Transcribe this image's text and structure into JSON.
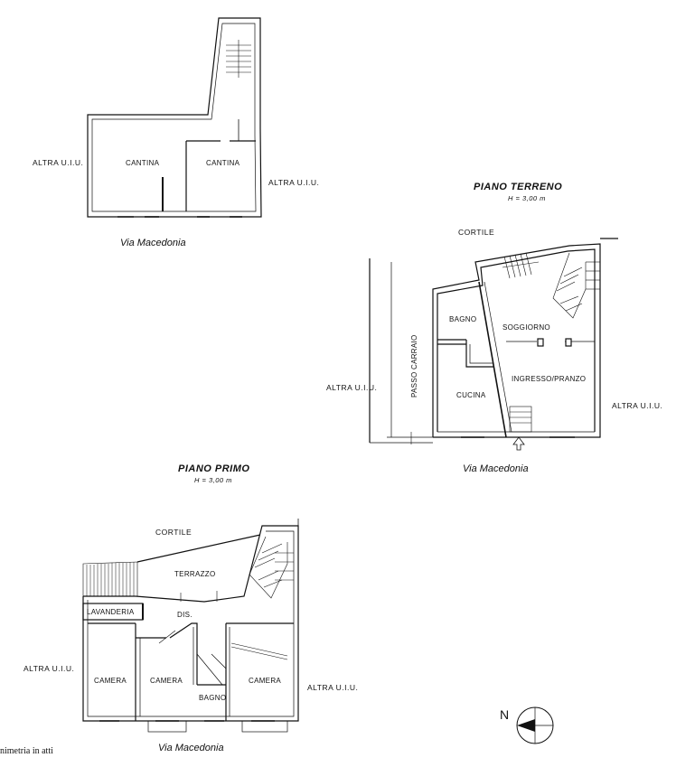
{
  "cellar": {
    "rooms": [
      "CANTINA",
      "CANTINA"
    ],
    "neighbor_left": "ALTRA U.I.U.",
    "neighbor_right": "ALTRA U.I.U.",
    "street": "Via Macedonia"
  },
  "ground_floor": {
    "title": "PIANO TERRENO",
    "height": "H = 3,00 m",
    "courtyard": "CORTILE",
    "rooms": [
      "BAGNO",
      "SOGGIORNO",
      "CUCINA",
      "INGRESSO/PRANZO"
    ],
    "driveway": "PASSO CARRAIO",
    "neighbor_left": "ALTRA U.I.U.",
    "neighbor_right": "ALTRA U.I.U.",
    "street": "Via Macedonia"
  },
  "first_floor": {
    "title": "PIANO PRIMO",
    "height": "H = 3,00 m",
    "courtyard": "CORTILE",
    "rooms": [
      "TERRAZZO",
      "LAVANDERIA",
      "DIS.",
      "CAMERA",
      "CAMERA",
      "BAGNO",
      "CAMERA"
    ],
    "neighbor_left": "ALTRA U.I.U.",
    "neighbor_right": "ALTRA U.I.U.",
    "street": "Via Macedonia"
  },
  "compass": {
    "label": "N"
  },
  "footer_note": "nimetria in atti"
}
